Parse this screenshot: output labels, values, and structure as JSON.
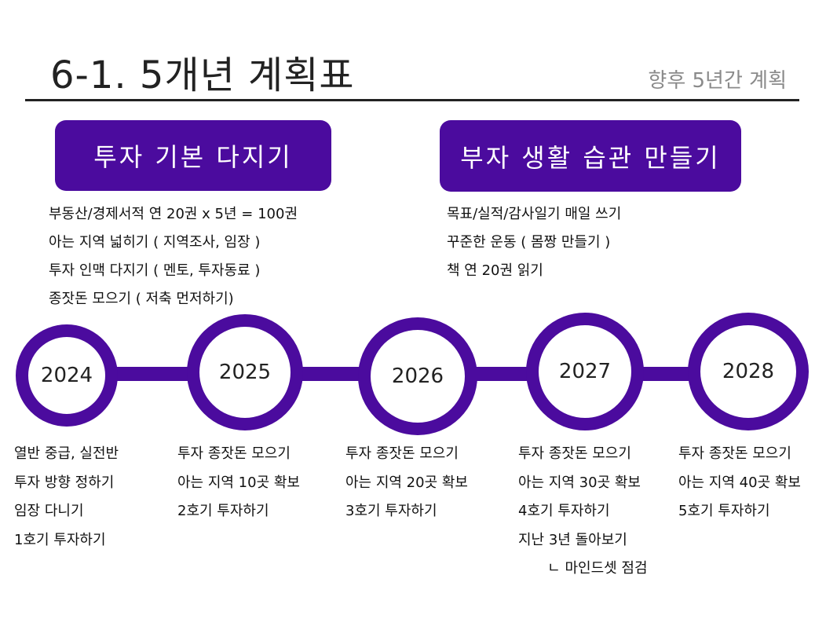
{
  "header": {
    "title": "6-1. 5개년 계획표",
    "subtitle": "향후 5년간 계획"
  },
  "banners": {
    "left": "투자 기본 다지기",
    "right": "부자 생활 습관 만들기"
  },
  "goals": {
    "left": [
      "부동산/경제서적 연 20권 x 5년 = 100권",
      "아는 지역 넓히기 ( 지역조사, 임장 )",
      "투자 인맥 다지기 ( 멘토, 투자동료 )",
      "종잣돈 모으기 ( 저축 먼저하기)"
    ],
    "right": [
      "목표/실적/감사일기 매일 쓰기",
      "꾸준한 운동 ( 몸짱 만들기 )",
      "책 연 20권 읽기"
    ]
  },
  "timeline": [
    {
      "year": "2024",
      "items": [
        "열반 중급, 실전반",
        "투자 방향 정하기",
        "임장 다니기",
        "1호기 투자하기"
      ]
    },
    {
      "year": "2025",
      "items": [
        "투자 종잣돈 모으기",
        "아는 지역 10곳 확보",
        "2호기 투자하기"
      ]
    },
    {
      "year": "2026",
      "items": [
        "투자 종잣돈 모으기",
        "아는 지역 20곳 확보",
        "3호기 투자하기"
      ]
    },
    {
      "year": "2027",
      "items": [
        "투자 종잣돈 모으기",
        "아는 지역 30곳 확보",
        "4호기 투자하기",
        "지난 3년 돌아보기",
        "   ㄴ 마인드셋 점검"
      ]
    },
    {
      "year": "2028",
      "items": [
        "투자 종잣돈 모으기",
        "아는 지역 40곳 확보",
        "5호기 투자하기"
      ]
    }
  ],
  "colors": {
    "accent": "#4b0b9e",
    "subtitle": "#8a8a8a"
  }
}
